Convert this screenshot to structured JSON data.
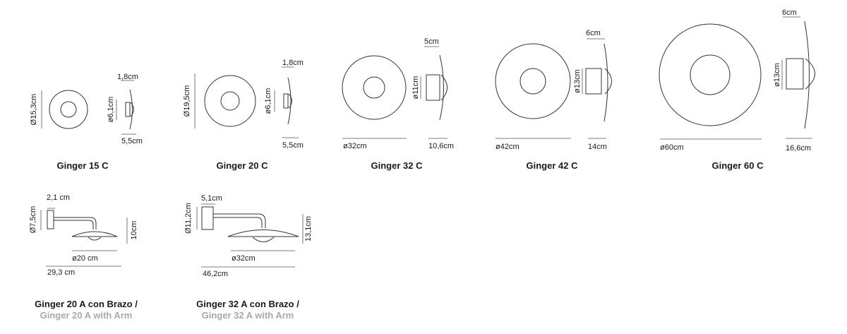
{
  "products": [
    {
      "title": "Ginger 15 C",
      "front_height": "Ø15,3cm",
      "side_diameter": "ø6,1cm",
      "side_depth": "1,8cm",
      "side_width": "5,5cm"
    },
    {
      "title": "Ginger 20 C",
      "front_height": "Ø19,5cm",
      "side_diameter": "ø6,1cm",
      "side_depth": "1,8cm",
      "side_width": "5,5cm"
    },
    {
      "title": "Ginger 32 C",
      "front_width": "ø32cm",
      "side_diameter": "ø11cm",
      "side_depth": "5cm",
      "side_width": "10,6cm"
    },
    {
      "title": "Ginger 42 C",
      "front_width": "ø42cm",
      "side_diameter": "ø13cm",
      "side_depth": "6cm",
      "side_width": "14cm"
    },
    {
      "title": "Ginger 60 C",
      "front_width": "ø60cm",
      "side_diameter": "ø13cm",
      "side_depth": "6cm",
      "side_width": "16,6cm"
    }
  ],
  "arm_products": [
    {
      "title": "Ginger 20 A con Brazo /",
      "subtitle": "Ginger 20 A with Arm",
      "base_height": "Ø7,5cm",
      "base_depth": "2,1 cm",
      "shade_diameter": "ø20 cm",
      "total_height": "10cm",
      "total_length": "29,3 cm"
    },
    {
      "title": "Ginger 32 A con Brazo /",
      "subtitle": "Ginger 32 A with Arm",
      "base_height": "Ø11,2cm",
      "base_depth": "5,1cm",
      "shade_diameter": "ø32cm",
      "total_height": "13,1cm",
      "total_length": "46,2cm"
    }
  ]
}
